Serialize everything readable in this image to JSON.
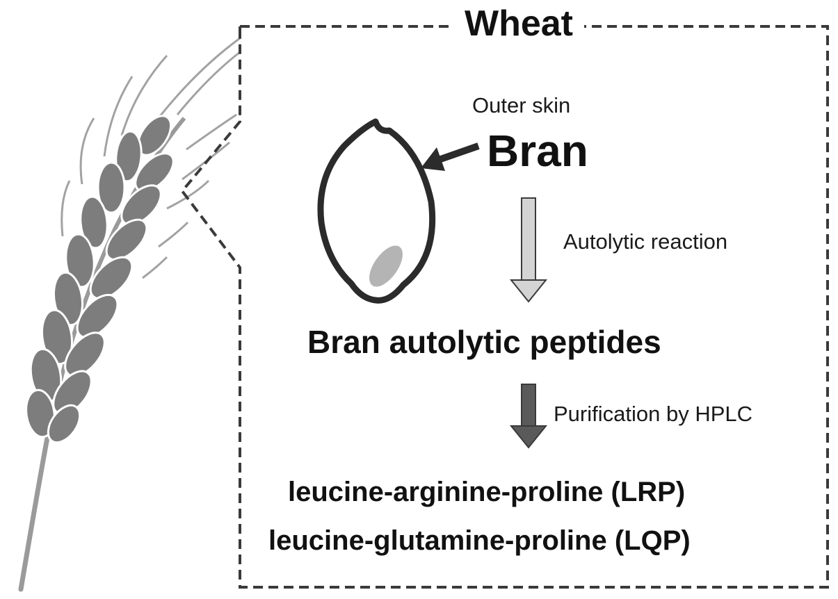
{
  "title": "Wheat",
  "bran": {
    "sublabel": "Outer skin",
    "label": "Bran"
  },
  "steps": [
    {
      "label": "Autolytic reaction",
      "arrow_color": "#d4d4d4"
    },
    {
      "label": "Purification by HPLC",
      "arrow_color": "#5a5a5a"
    }
  ],
  "product": "Bran autolytic peptides",
  "results": [
    "leucine-arginine-proline (LRP)",
    "leucine-glutamine-proline (LQP)"
  ],
  "colors": {
    "wheat_grain": "#7d7d7d",
    "wheat_stem": "#9a9a9a",
    "outline": "#2b2b2b",
    "germ": "#b4b4b4"
  }
}
